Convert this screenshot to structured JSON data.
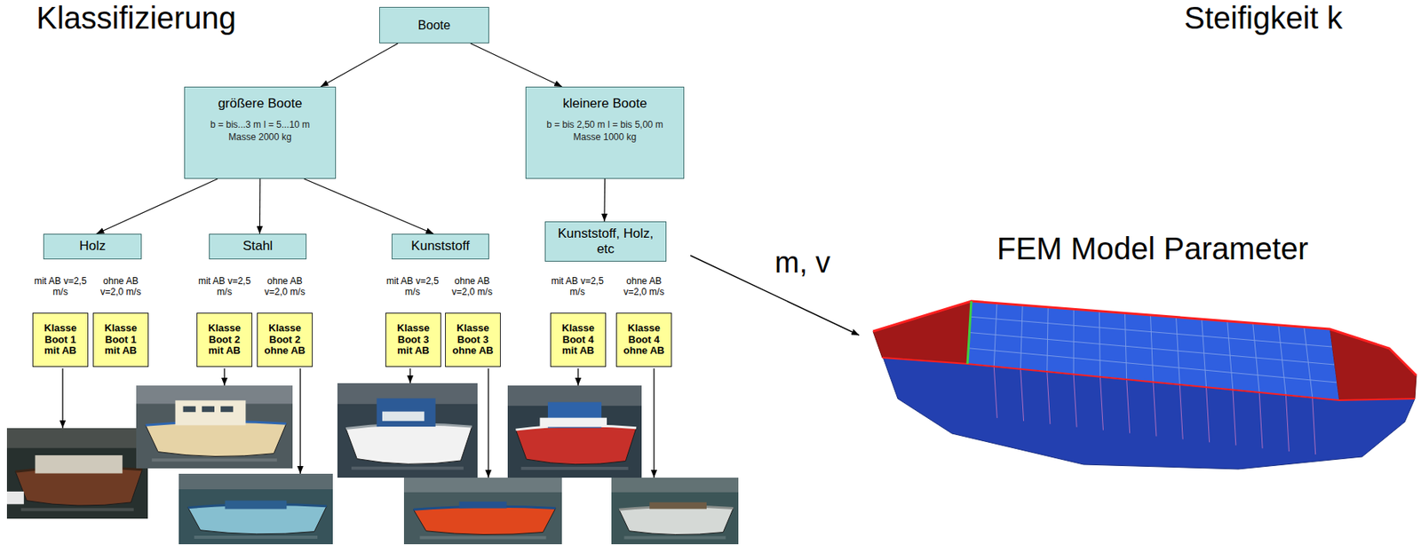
{
  "diagram": {
    "nodes": [
      {
        "text": [
          "Boote"
        ]
      },
      {
        "text": [
          "größere Boote",
          "b = bis...3 m l = 5...10 m Masse 2000 kg"
        ]
      },
      {
        "text": [
          "kleinere Boote",
          "b = bis 2,50 m l = bis 5,00 m Masse 1000 kg"
        ]
      },
      {
        "text": [
          "Holz"
        ]
      },
      {
        "text": [
          "Stahl"
        ]
      },
      {
        "text": [
          "Kunststoff"
        ]
      },
      {
        "text": [
          "Kunststoff, Holz, etc"
        ]
      },
      {
        "text": [
          "Klasse Boot 1 mit AB"
        ]
      },
      {
        "text": [
          "Klasse Boot 1 mit AB"
        ]
      },
      {
        "text": [
          "Klasse Boot 2 mit AB"
        ]
      },
      {
        "text": [
          "Klasse Boot 2 ohne AB"
        ]
      },
      {
        "text": [
          "Klasse Boot 3 mit AB"
        ]
      },
      {
        "text": [
          "Klasse Boot 3 ohne AB"
        ]
      },
      {
        "text": [
          "Klasse Boot 4 mit AB"
        ]
      },
      {
        "text": [
          "Klasse Boot 4 ohne AB"
        ]
      }
    ],
    "edges": [
      {
        "from": 0,
        "to": 1,
        "arrow": "to"
      },
      {
        "from": 0,
        "to": 2,
        "arrow": "to"
      },
      {
        "from": 1,
        "to": 3,
        "arrow": "to"
      },
      {
        "from": 1,
        "to": 4,
        "arrow": "to"
      },
      {
        "from": 1,
        "to": 5,
        "arrow": "to"
      },
      {
        "from": 2,
        "to": 6,
        "arrow": "to"
      }
    ],
    "labels": [
      "Klassifizierung",
      "Steifigkeit k",
      "mit AB v=2,5 m/s",
      "ohne AB v=2,0 m/s",
      "mit AB v=2,5 m/s",
      "ohne AB v=2,0 m/s",
      "mit AB v=2,5 m/s",
      "ohne AB v=2,0 m/s",
      "mit AB v=2,5 m/s",
      "ohne AB v=2,0 m/s",
      "m, v",
      "FEM Model Parameter"
    ]
  }
}
